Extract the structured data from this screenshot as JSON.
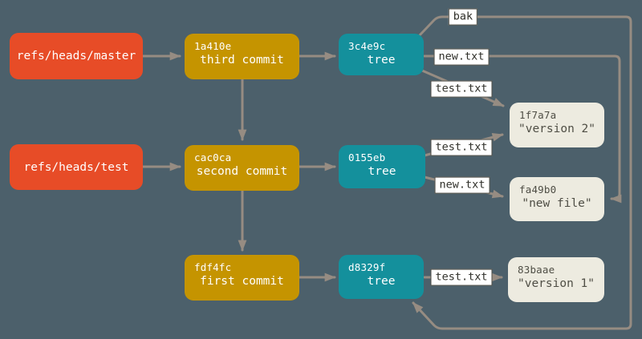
{
  "diagram": {
    "refs": [
      {
        "label": "refs/heads/master"
      },
      {
        "label": "refs/heads/test"
      }
    ],
    "commits": [
      {
        "hash": "1a410e",
        "label": "third commit"
      },
      {
        "hash": "cac0ca",
        "label": "second commit"
      },
      {
        "hash": "fdf4fc",
        "label": "first commit"
      }
    ],
    "trees": [
      {
        "hash": "3c4e9c",
        "label": "tree"
      },
      {
        "hash": "0155eb",
        "label": "tree"
      },
      {
        "hash": "d8329f",
        "label": "tree"
      }
    ],
    "blobs": [
      {
        "hash": "1f7a7a",
        "label": "\"version 2\""
      },
      {
        "hash": "fa49b0",
        "label": "\"new file\""
      },
      {
        "hash": "83baae",
        "label": "\"version 1\""
      }
    ],
    "edge_labels": [
      {
        "text": "bak"
      },
      {
        "text": "new.txt"
      },
      {
        "text": "test.txt"
      },
      {
        "text": "test.txt"
      },
      {
        "text": "new.txt"
      },
      {
        "text": "test.txt"
      }
    ],
    "colors": {
      "background": "#4c606b",
      "ref": "#e74c27",
      "commit": "#c59400",
      "tree": "#14909c",
      "blob": "#edebe0",
      "blob_text": "#4f4e45",
      "line": "#968c82",
      "label_bg": "#ffffff",
      "label_text": "#2e2e28"
    }
  }
}
